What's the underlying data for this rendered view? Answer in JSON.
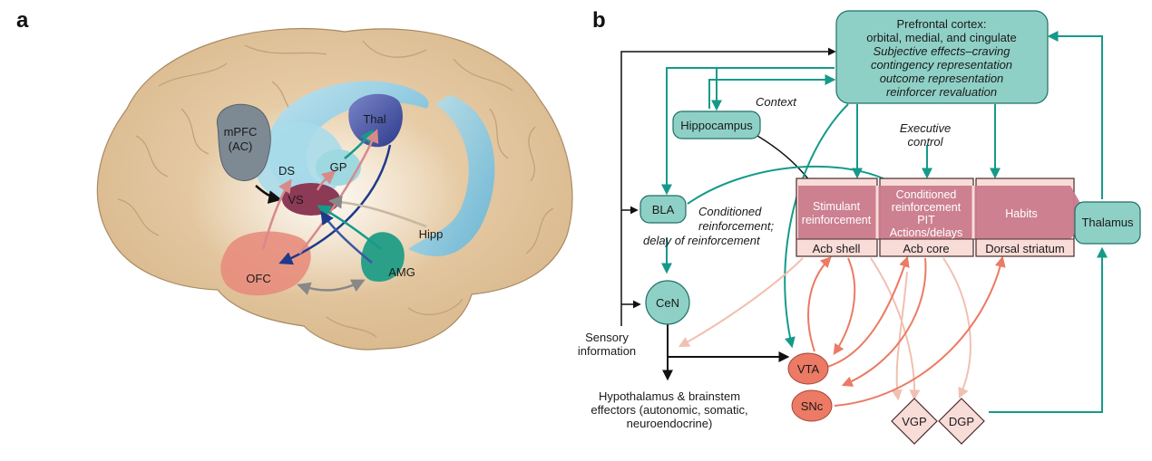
{
  "panels": {
    "a": "a",
    "b": "b"
  },
  "brain": {
    "mpfc": [
      "mPFC",
      "(AC)"
    ],
    "ds": "DS",
    "gp": "GP",
    "thal": "Thal",
    "vs": "VS",
    "hipp": "Hipp",
    "amg": "AMG",
    "ofc": "OFC"
  },
  "circuit": {
    "pfc": [
      "Prefrontal cortex:",
      "orbital, medial, and cingulate"
    ],
    "pfc_italic": [
      "Subjective effects–craving",
      "contingency representation",
      "outcome representation",
      "reinforcer revaluation"
    ],
    "context": "Context",
    "hippocampus": "Hippocampus",
    "executive": [
      "Executive",
      "control"
    ],
    "bla": "BLA",
    "conditioned": [
      "Conditioned",
      "reinforcement;",
      "delay of reinforcement"
    ],
    "stimulant": [
      "Stimulant",
      "reinforcement"
    ],
    "condrein": [
      "Conditioned",
      "reinforcement",
      "PIT",
      "Actions/delays"
    ],
    "habits": "Habits",
    "acb_shell": "Acb shell",
    "acb_core": "Acb core",
    "dorsal_striatum": "Dorsal striatum",
    "thalamus": "Thalamus",
    "cen": "CeN",
    "sensory": [
      "Sensory",
      "information"
    ],
    "vta": "VTA",
    "snc": "SNc",
    "vgp": "VGP",
    "dgp": "DGP",
    "effectors": [
      "Hypothalamus & brainstem",
      "effectors (autonomic, somatic,",
      "neuroendocrine)"
    ]
  },
  "colors": {
    "teal_fill": "#8fd0c6",
    "teal_stroke": "#1f6f66",
    "teal_arrow": "#159a8a",
    "salmon": "#ec7a64",
    "pale_salmon": "#f1c0b0",
    "striatum_fill": "#c97a8c",
    "striatum_box": "#f8dcd8",
    "brain_fill": "#e5c9a2"
  }
}
